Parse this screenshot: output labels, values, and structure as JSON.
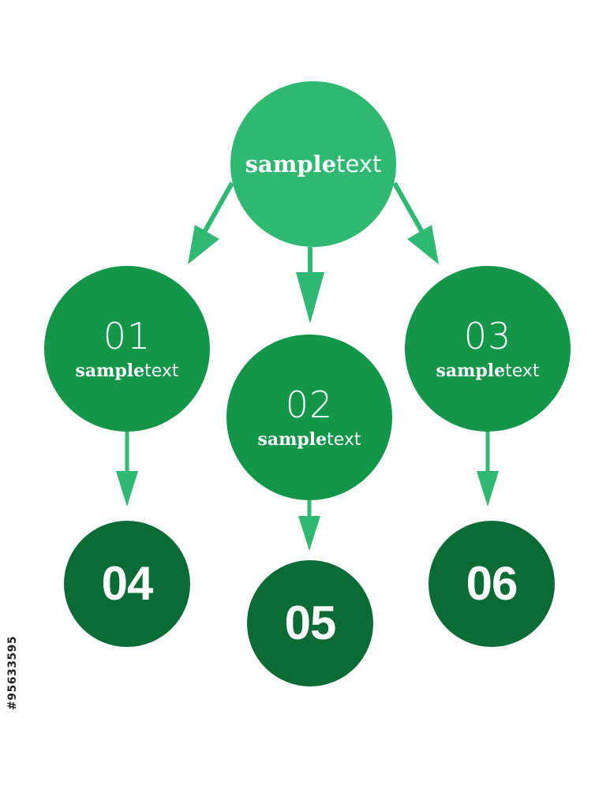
{
  "colors": {
    "top_node": "#2eb872",
    "mid_nodes": "#13954a",
    "bottom_nodes": "#0b6b35",
    "arrows": "#2eb872",
    "background": "#ffffff"
  },
  "top_node": {
    "label_bold": "sample",
    "label_light": "text"
  },
  "mid_nodes": [
    {
      "number": "01",
      "label_bold": "sample",
      "label_light": "text"
    },
    {
      "number": "02",
      "label_bold": "sample",
      "label_light": "text"
    },
    {
      "number": "03",
      "label_bold": "sample",
      "label_light": "text"
    }
  ],
  "bottom_nodes": [
    {
      "number": "04"
    },
    {
      "number": "05"
    },
    {
      "number": "06"
    }
  ],
  "stock_id": "#95633595"
}
